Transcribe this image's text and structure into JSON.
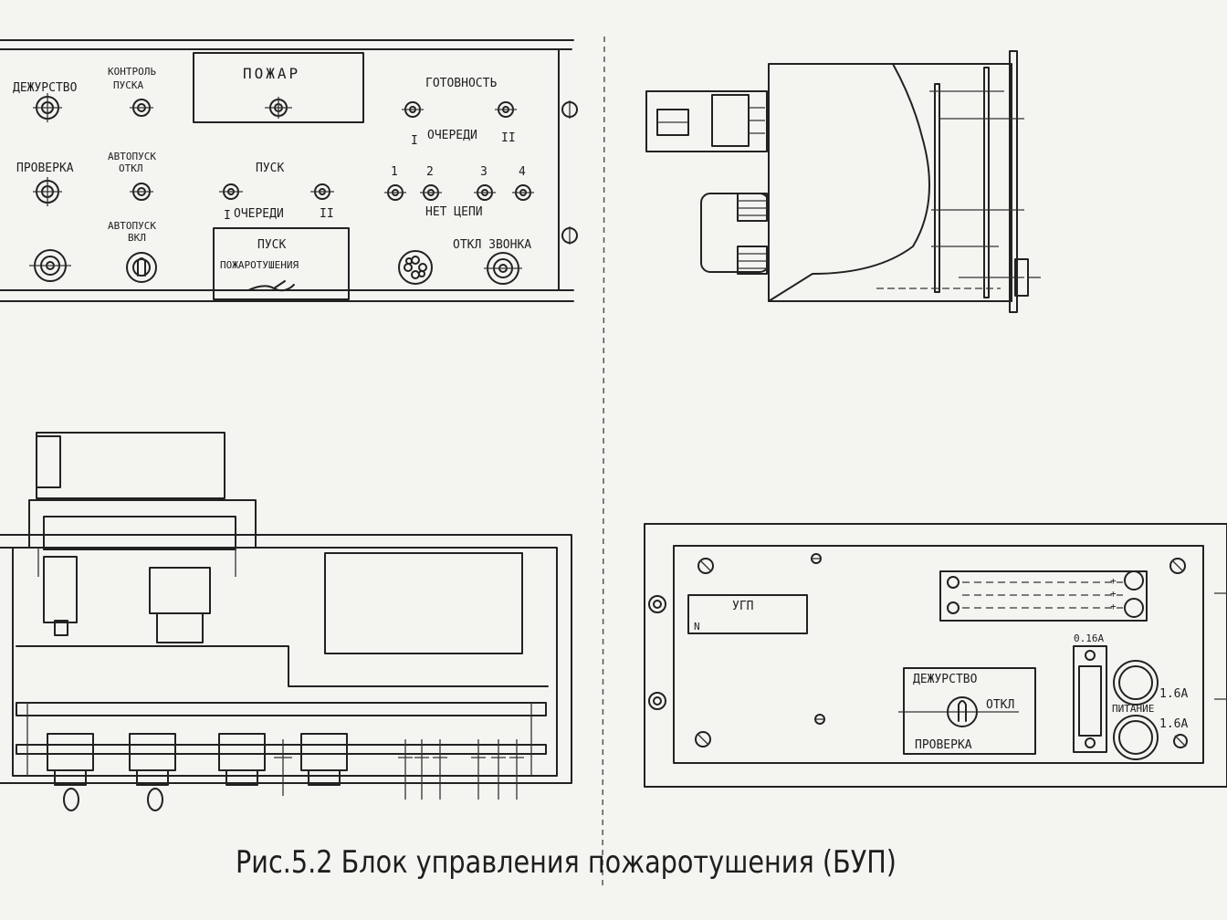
{
  "front_panel": {
    "dezhurstvo": "ДЕЖУРСТВО",
    "kontrol_line1": "КОНТРОЛЬ",
    "kontrol_line2": "ПУСКА",
    "pozhar": "ПОЖАР",
    "gotovnost": "ГОТОВНОСТЬ",
    "gotovnost_q1": "I",
    "gotovnost_ochered": "ОЧЕРЕДИ",
    "gotovnost_q2": "II",
    "proverka": "ПРОВЕРКА",
    "avtopusk_otkl_line1": "АВТОПУСК",
    "avtopusk_otkl_line2": "ОТКЛ",
    "pusk": "ПУСК",
    "pusk_q1": "I",
    "pusk_ochered": "ОЧЕРЕДИ",
    "pusk_q2": "II",
    "circuit_numbers": [
      "1",
      "2",
      "3",
      "4"
    ],
    "net_tsepi": "НЕТ ЦЕПИ",
    "avtopusk_vkl_line1": "АВТОПУСК",
    "avtopusk_vkl_line2": "ВКЛ",
    "pusk_pozharotusheniya_line1": "ПУСК",
    "pusk_pozharotusheniya_line2": "ПОЖАРОТУШЕНИЯ",
    "otkl_zvonka": "ОТКЛ ЗВОНКА"
  },
  "rear_panel": {
    "ugp": "УГП",
    "n": "N",
    "terminal_marks": [
      "+",
      "+",
      "+"
    ],
    "fuse_small": "0.16А",
    "fuse_1": "1.6А",
    "pitanie": "ПИТАНИЕ",
    "fuse_2": "1.6А",
    "dezhurstvo": "ДЕЖУРСТВО",
    "otkl": "ОТКЛ",
    "proverka": "ПРОВЕРКА"
  },
  "caption": "Рис.5.2 Блок управления пожаротушения (БУП)"
}
